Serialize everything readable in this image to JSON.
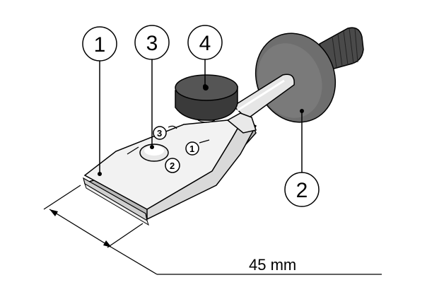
{
  "callouts": {
    "c1": "1",
    "c2": "2",
    "c3": "3",
    "c4": "4"
  },
  "dimension": {
    "label": "45 mm"
  },
  "blade_marks": {
    "m1": "1",
    "m2": "2",
    "m3": "3"
  },
  "colors": {
    "outline": "#000000",
    "body_light": "#f2f2f2",
    "body_mid": "#d9d9d9",
    "body_shade": "#b8b8b8",
    "knob_dark": "#3a3a3a",
    "knob_top": "#555555",
    "disc": "#6e6e6e",
    "disc_edge": "#4a4a4a"
  }
}
